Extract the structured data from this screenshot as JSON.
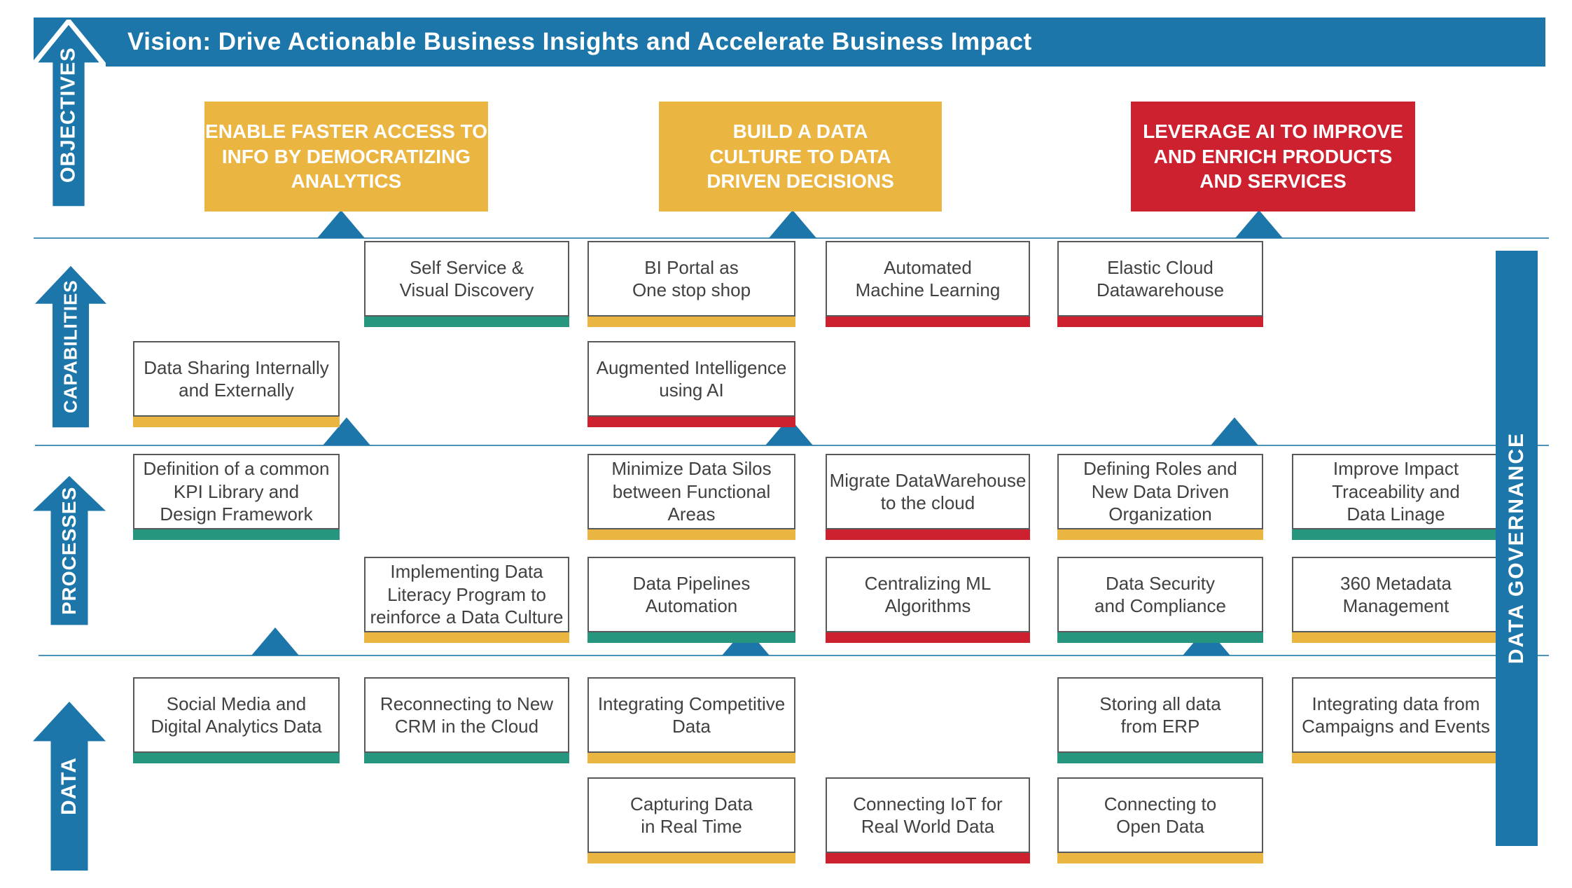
{
  "banner": {
    "title": "Vision: Drive Actionable Business Insights and Accelerate Business Impact"
  },
  "axis_arrows": [
    {
      "label": "OBJECTIVES"
    },
    {
      "label": "CAPABILITIES"
    },
    {
      "label": "PROCESSES"
    },
    {
      "label": "DATA"
    }
  ],
  "governance_bar": {
    "label": "DATA GOVERNANCE"
  },
  "objectives": [
    {
      "text": "ENABLE FASTER ACCESS TO\nINFO BY DEMOCRATIZING\nANALYTICS",
      "color": "yellow"
    },
    {
      "text": "BUILD A DATA\nCULTURE TO DATA\nDRIVEN DECISIONS",
      "color": "yellow"
    },
    {
      "text": "LEVERAGE AI TO IMPROVE\nAND ENRICH PRODUCTS\nAND SERVICES",
      "color": "red"
    }
  ],
  "cards": {
    "capabilities": [
      {
        "text": "Self Service &\nVisual Discovery",
        "underline": "green"
      },
      {
        "text": "BI Portal as\nOne stop shop",
        "underline": "yellow"
      },
      {
        "text": "Automated\nMachine  Learning",
        "underline": "red"
      },
      {
        "text": "Elastic Cloud\nDatawarehouse",
        "underline": "red"
      },
      {
        "text": "Data Sharing Internally\nand Externally",
        "underline": "yellow"
      },
      {
        "text": "Augmented Intelligence\nusing AI",
        "underline": "red"
      }
    ],
    "processes": [
      {
        "text": "Definition of a common\nKPI Library and\nDesign Framework",
        "underline": "green"
      },
      {
        "text": "Minimize Data Silos\nbetween Functional\nAreas",
        "underline": "yellow"
      },
      {
        "text": "Migrate DataWarehouse\nto the cloud",
        "underline": "red"
      },
      {
        "text": "Defining Roles and\nNew Data Driven\nOrganization",
        "underline": "yellow"
      },
      {
        "text": "Improve Impact\nTraceability and\nData Linage",
        "underline": "green"
      },
      {
        "text": "Implementing Data\nLiteracy Program to\nreinforce a Data Culture",
        "underline": "yellow"
      },
      {
        "text": "Data Pipelines\nAutomation",
        "underline": "green"
      },
      {
        "text": "Centralizing ML\nAlgorithms",
        "underline": "red"
      },
      {
        "text": "Data Security\nand Compliance",
        "underline": "green"
      },
      {
        "text": "360 Metadata\nManagement",
        "underline": "yellow"
      }
    ],
    "data": [
      {
        "text": "Social Media and\nDigital Analytics Data",
        "underline": "green"
      },
      {
        "text": "Reconnecting to New\nCRM in the Cloud",
        "underline": "green"
      },
      {
        "text": "Integrating Competitive\nData",
        "underline": "yellow"
      },
      {
        "text": "Storing all data\nfrom ERP",
        "underline": "green"
      },
      {
        "text": "Integrating data from\nCampaigns and Events",
        "underline": "yellow"
      },
      {
        "text": "Capturing Data\nin Real Time",
        "underline": "yellow"
      },
      {
        "text": "Connecting IoT for\nReal World Data",
        "underline": "red"
      },
      {
        "text": "Connecting to\nOpen Data",
        "underline": "yellow"
      }
    ]
  },
  "colors": {
    "blue": "#1D76A9",
    "yellow": "#EBB542",
    "red": "#CD2130",
    "green": "#27967F",
    "line_blue": "#4C93BA",
    "card_text": "#414042",
    "card_border": "#58595B"
  }
}
